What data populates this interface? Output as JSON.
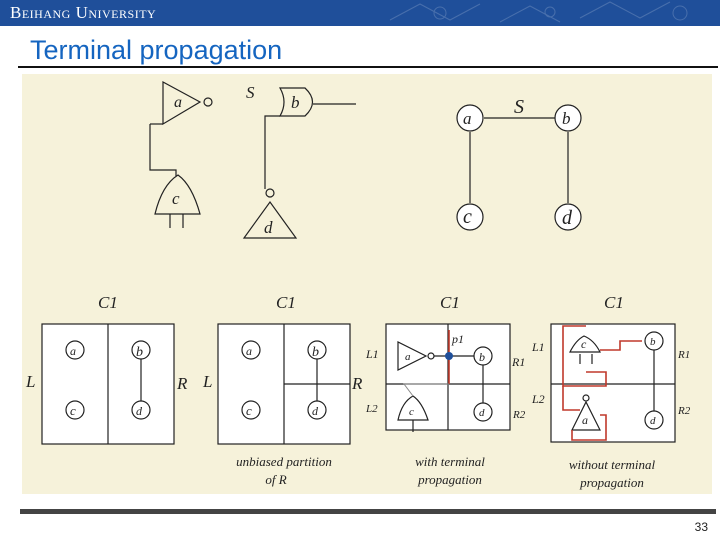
{
  "header": {
    "university": "Beihang University"
  },
  "slide": {
    "title": "Terminal propagation",
    "page_number": "33"
  },
  "figure": {
    "top_left": {
      "gates": [
        "a",
        "b",
        "c",
        "d"
      ],
      "net": "S"
    },
    "top_right": {
      "nodes": [
        "a",
        "b",
        "c",
        "d"
      ],
      "net": "S"
    },
    "panels": [
      {
        "heading": "C1",
        "side_left": "L",
        "side_right": "R",
        "cells": [
          "a",
          "b",
          "c",
          "d"
        ],
        "caption": ""
      },
      {
        "heading": "C1",
        "side_left": "L",
        "side_right": "R",
        "cells": [
          "a",
          "b",
          "c",
          "d"
        ],
        "caption_line1": "unbiased partition",
        "caption_line2": "of R"
      },
      {
        "heading": "C1",
        "labels": {
          "l1": "L1",
          "l2": "L2",
          "r1": "R1",
          "r2": "R2",
          "p1": "p1"
        },
        "cells": [
          "a",
          "b",
          "c",
          "d"
        ],
        "caption_line1": "with terminal",
        "caption_line2": "propagation"
      },
      {
        "heading": "C1",
        "labels": {
          "l1": "L1",
          "l2": "L2",
          "r1": "R1",
          "r2": "R2"
        },
        "cells": [
          "c",
          "b",
          "a",
          "d"
        ],
        "caption_line1": "without terminal",
        "caption_line2": "propagation"
      }
    ]
  },
  "colors": {
    "header_bg": "#1f4f9a",
    "title": "#1565c0",
    "figure_bg": "#f6f2da",
    "net_highlight": "#c0392b",
    "ink": "#222222"
  }
}
